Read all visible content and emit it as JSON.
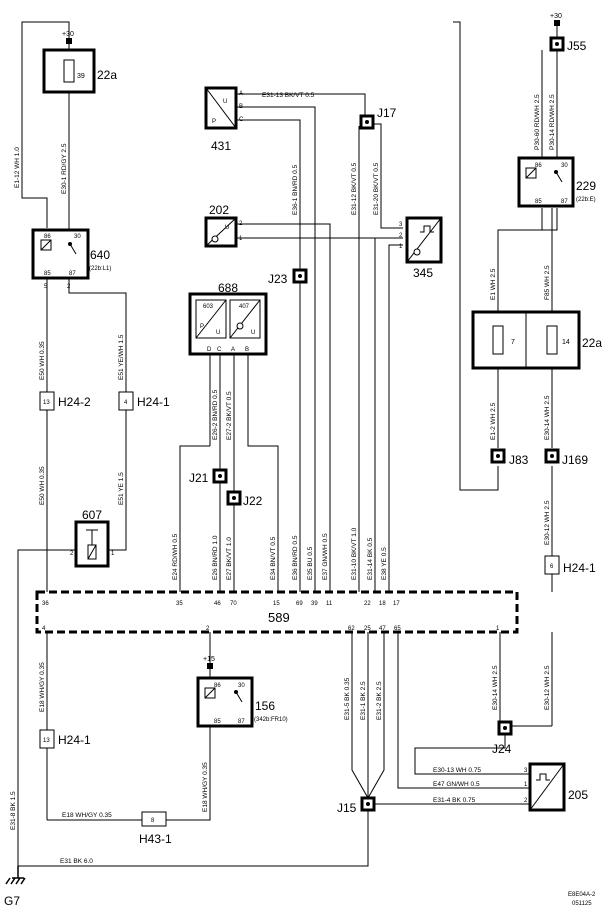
{
  "supply": {
    "s30a": "+30",
    "s30b": "+30",
    "s15": "+15"
  },
  "components": {
    "c22a_top": "22a",
    "c39": "39",
    "c640": "640",
    "c640_sub": "(22b:L1)",
    "c431": "431",
    "c202": "202",
    "c688": "688",
    "c603": "603",
    "c407": "407",
    "c345": "345",
    "c229": "229",
    "c229_sub": "(22b:E)",
    "c22a_right": "22a",
    "c7": "7",
    "c14": "14",
    "c607": "607",
    "c589": "589",
    "c156": "156",
    "c156_sub": "(342b:FR10)",
    "c205": "205"
  },
  "connectors": {
    "J17": "J17",
    "J23": "J23",
    "J21": "J21",
    "J22": "J22",
    "J55": "J55",
    "J83": "J83",
    "J169": "J169",
    "J24": "J24",
    "J15": "J15",
    "H24_2": "H24-2",
    "H24_1a": "H24-1",
    "H24_1b": "H24-1",
    "H24_1c": "H24-1",
    "H43_1": "H43-1",
    "G7": "G7",
    "pin13a": "13",
    "pin4": "4",
    "pin6": "6",
    "pin13b": "13",
    "pin8": "8"
  },
  "pins": {
    "p86": "86",
    "p30": "30",
    "p85": "85",
    "p87": "87",
    "p5": "5",
    "p2": "2",
    "pA": "A",
    "pB": "B",
    "pC": "C",
    "pD": "D",
    "pU": "U",
    "pP": "P",
    "p1": "1",
    "p3": "3",
    "p4": "4",
    "b36": "36",
    "b35": "35",
    "b46": "46",
    "b70": "70",
    "b15": "15",
    "b69": "69",
    "b39": "39",
    "b11": "11",
    "b22": "22",
    "b18": "18",
    "b17": "17",
    "b62": "62",
    "b25": "25",
    "b47": "47",
    "b65": "65"
  },
  "wires": {
    "w_E31_13": "E31-13  BK/VT  0.5",
    "w_E1_12": "E1-12   WH  1.0",
    "w_E30_1": "E30-1    RD/GY  2.5",
    "w_E36_1": "E36-1  BN/RD  0.5",
    "w_E31_12": "E31-12  BK/VT  0.5",
    "w_E31_20": "E31-20  BK/VT  0.5",
    "w_P30_60": "P30-60  RD/WH  2.5",
    "w_P30_14": "P30-14  RD/WH  2.5",
    "w_E1_WH": "E1    WH  2.5",
    "w_F85": "F85    WH  2.5",
    "w_E50": "E50    WH  0.35",
    "w_E51": "E51  YE/WH  1.5",
    "w_E50b": "E50    WH  0.35",
    "w_E51b": "E51    YE  1.5",
    "w_E26_2": "E26-2  BN/RD  0.5",
    "w_E27_2": "E27-2  BK/VT  0.5",
    "w_E1_2": "E1-2   WH  2.5",
    "w_E30_14": "E30-14  WH  2.5",
    "w_E30_12": "E30-12  WH  2.5",
    "w_E24": "E24  RD/WH  0.5",
    "w_E26": "E26  BN/RD  1.0",
    "w_E27": "E27  BK/VT  1.0",
    "w_E34": "E34  BN/VT  0.5",
    "w_E36": "E36  BN/RD  0.5",
    "w_E35": "E35  BU  0.5",
    "w_E37": "E37  GN/WH  0.5",
    "w_E31_10": "E31-10  BK/VT  1.0",
    "w_E31_14": "E31-14  BK  0.5",
    "w_E38": "E38  YE  0.5",
    "w_E18": "E18  WH/GY  0.35",
    "w_E18b": "E18  WH/GY  0.35",
    "w_E18c": "E18  WH/GY  0.35",
    "w_E31_5": "E31-5  BK  0.35",
    "w_E31_1": "E31-1  BK  2.5",
    "w_E31_2": "E31-2  BK  2.5",
    "w_E30_14b": "E30-14  WH  2.5",
    "w_E30_12b": "E30-12  WH  2.5",
    "w_E30_13": "E30-13  WH  0.75",
    "w_E47": "E47  GN/WH  0.5",
    "w_E31_4": "E31-4  BK  0.75",
    "w_E31_8": "E31-8  BK  1.5",
    "w_E31_BK": "E31   BK  6.0"
  },
  "doc": {
    "code": "E8E04A-2",
    "date": "051125"
  }
}
